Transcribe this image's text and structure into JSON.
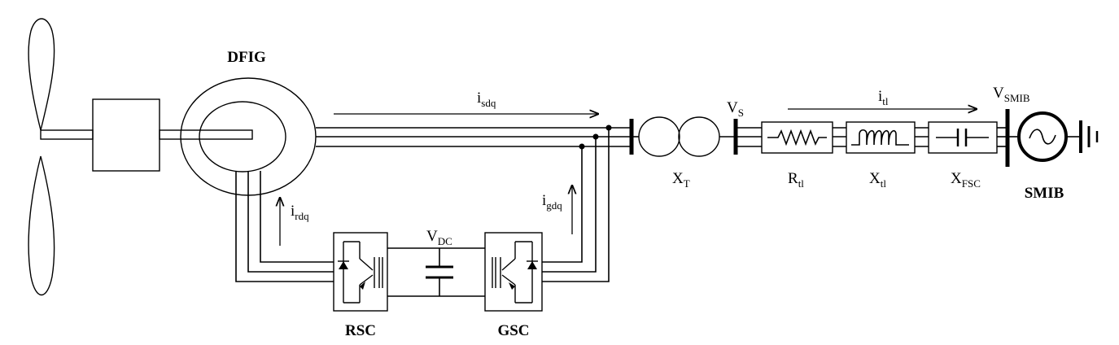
{
  "labels": {
    "dfig": "DFIG",
    "rsc": "RSC",
    "gsc": "GSC",
    "smib": "SMIB",
    "vdc_main": "V",
    "vdc_sub": "DC",
    "isdq_main": "i",
    "isdq_sub": "sdq",
    "irdq_main": "i",
    "irdq_sub": "rdq",
    "igdq_main": "i",
    "igdq_sub": "gdq",
    "xt_main": "X",
    "xt_sub": "T",
    "vs_main": "V",
    "vs_sub": "S",
    "itl_main": "i",
    "itl_sub": "tl",
    "rtl_main": "R",
    "rtl_sub": "tl",
    "xtl_main": "X",
    "xtl_sub": "tl",
    "xfsc_main": "X",
    "xfsc_sub": "FSC",
    "vsmib_main": "V",
    "vsmib_sub": "SMIB"
  },
  "icons": {
    "turbine": "wind-turbine-icon",
    "gearbox": "gearbox-icon",
    "generator": "induction-generator-icon",
    "converter": "igbt-converter-icon",
    "capacitor": "capacitor-icon",
    "transformer": "transformer-icon",
    "resistor": "resistor-icon",
    "inductor": "inductor-icon",
    "source": "ac-source-icon",
    "ground": "ground-icon"
  },
  "colors": {
    "line": "#000000",
    "background": "#ffffff"
  }
}
